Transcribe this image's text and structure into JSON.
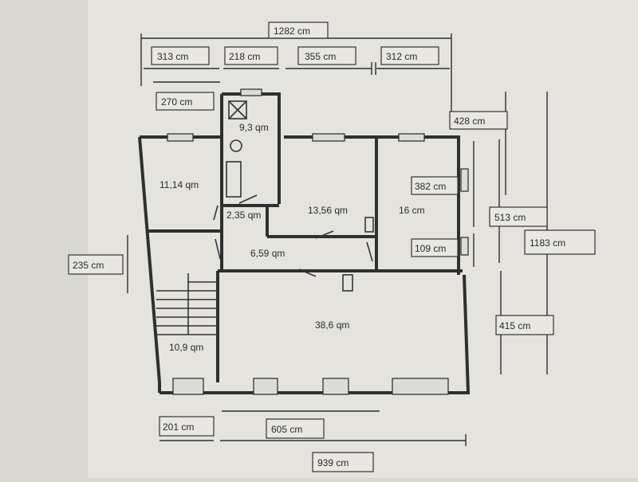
{
  "rooms": {
    "bath": "9,3 qm",
    "room_left": "11,14 qm",
    "wc": "2,35 qm",
    "room_mid": "13,56 qm",
    "room_right": "16 cm",
    "hall": "6,59 qm",
    "big_room": "38,6 qm",
    "stairs": "10,9 qm"
  },
  "dimensions": {
    "total_width": "1282 cm",
    "d313": "313 cm",
    "d218": "218 cm",
    "d355": "355 cm",
    "d312": "312 cm",
    "d270": "270 cm",
    "d428": "428 cm",
    "d382": "382 cm",
    "d513": "513 cm",
    "d1183": "1183 cm",
    "d109": "109 cm",
    "d235": "235 cm",
    "d415": "415 cm",
    "d201": "201 cm",
    "d605": "605 cm",
    "d939": "939 cm"
  }
}
